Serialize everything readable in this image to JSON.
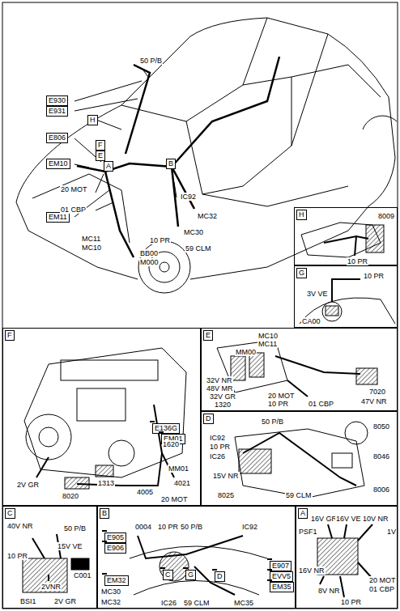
{
  "diagram": {
    "nodes": [
      {
        "text": [
          "E930"
        ]
      },
      {
        "text": [
          "E931"
        ]
      },
      {
        "text": [
          "H"
        ]
      },
      {
        "text": [
          "E806"
        ]
      },
      {
        "text": [
          "F"
        ]
      },
      {
        "text": [
          "E"
        ]
      },
      {
        "text": [
          "EM10"
        ]
      },
      {
        "text": [
          "A"
        ]
      },
      {
        "text": [
          "B"
        ]
      },
      {
        "text": [
          "EM11"
        ]
      },
      {
        "text": [
          "H"
        ]
      },
      {
        "text": [
          "G"
        ]
      },
      {
        "text": [
          "F"
        ]
      },
      {
        "text": [
          "E136G"
        ],
        "in": 12
      },
      {
        "text": [
          "EM01"
        ],
        "in": 12
      },
      {
        "text": [
          "E"
        ]
      },
      {
        "text": [
          "D"
        ]
      },
      {
        "text": [
          "C"
        ]
      },
      {
        "text": [
          "B"
        ]
      },
      {
        "text": [
          "E905"
        ],
        "in": 18
      },
      {
        "text": [
          "E906"
        ],
        "in": 18
      },
      {
        "text": [
          "E907"
        ],
        "in": 18
      },
      {
        "text": [
          "C"
        ],
        "in": 18
      },
      {
        "text": [
          "G"
        ],
        "in": 18
      },
      {
        "text": [
          "D"
        ],
        "in": 18
      },
      {
        "text": [
          "EVV5"
        ],
        "in": 18
      },
      {
        "text": [
          "EM32"
        ],
        "in": 18
      },
      {
        "text": [
          "EM35"
        ],
        "in": 18
      },
      {
        "text": [
          "A"
        ]
      }
    ],
    "labels": [
      "50 P/B",
      "IC92",
      "MC32",
      "MC30",
      "59 CLM",
      "10 PR",
      "BB00",
      "M000",
      "MC11",
      "MC10",
      "20 MOT",
      "01 CBP",
      "8009",
      "10 PR",
      "10 PR",
      "3V VE",
      "CA00",
      "1620",
      "MM01",
      "4021",
      "4005",
      "20 MOT",
      "1313",
      "8020",
      "2V GR",
      "MC10",
      "MC11",
      "MM00",
      "32V NR",
      "48V MR",
      "32V GR",
      "1320",
      "20 MOT",
      "10 PR",
      "01 CBP",
      "7020",
      "47V NR",
      "50 P/B",
      "IC92",
      "10 PR",
      "IC26",
      "15V NR",
      "8025",
      "59 CLM",
      "8050",
      "8046",
      "8006",
      "40V NR",
      "50 P/B",
      "15V VE",
      "10 PR",
      "C001",
      "2VNR",
      "BSI1",
      "2V GR",
      "0004",
      "10 PR",
      "50 P/B",
      "IC92",
      "MC30",
      "MC32",
      "IC26",
      "59 CLM",
      "MC35",
      "16V GR",
      "16V VE",
      "10V NR",
      "1V",
      "PSF1",
      "16V NR",
      "20 MOT",
      "01 CBP",
      "8V NR",
      "10 PR"
    ]
  }
}
